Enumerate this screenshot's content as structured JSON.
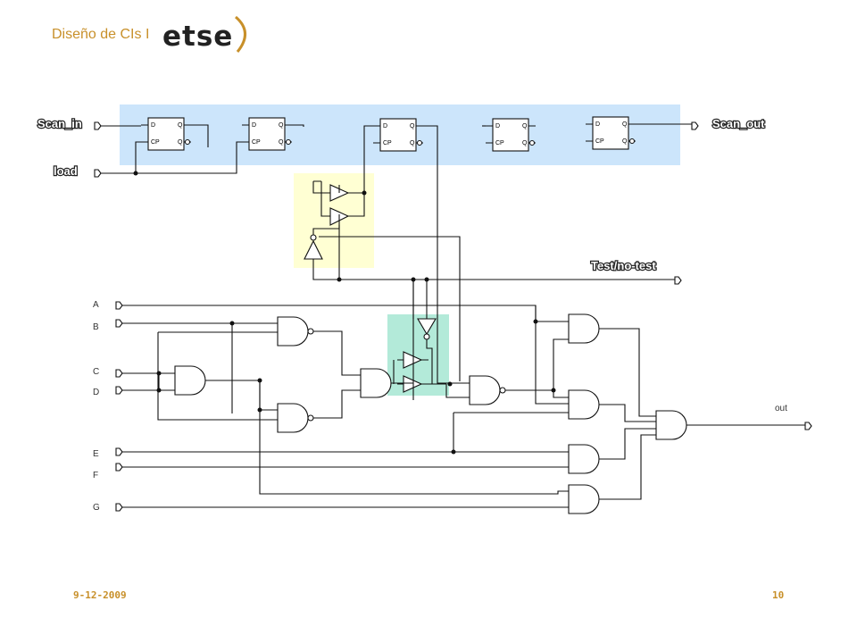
{
  "header": {
    "title": "Diseño de CIs I",
    "logo_text": "etse"
  },
  "signals": {
    "scan_in": "Scan_in",
    "scan_out": "Scan_out",
    "load": "load",
    "test_no_test": "Test/no-test",
    "out": "out"
  },
  "inputs": [
    "A",
    "B",
    "C",
    "D",
    "E",
    "F",
    "G"
  ],
  "flipflop": {
    "d": "D",
    "q": "Q",
    "cp": "CP",
    "qbar": "Q"
  },
  "colors": {
    "scan_chain_bg": "#cce5fb",
    "mux_bg": "#ffffd3",
    "tristate_bg": "#b3ead9",
    "accent": "#c8902a"
  },
  "footer": {
    "date": "9-12-2009",
    "page": "10"
  }
}
